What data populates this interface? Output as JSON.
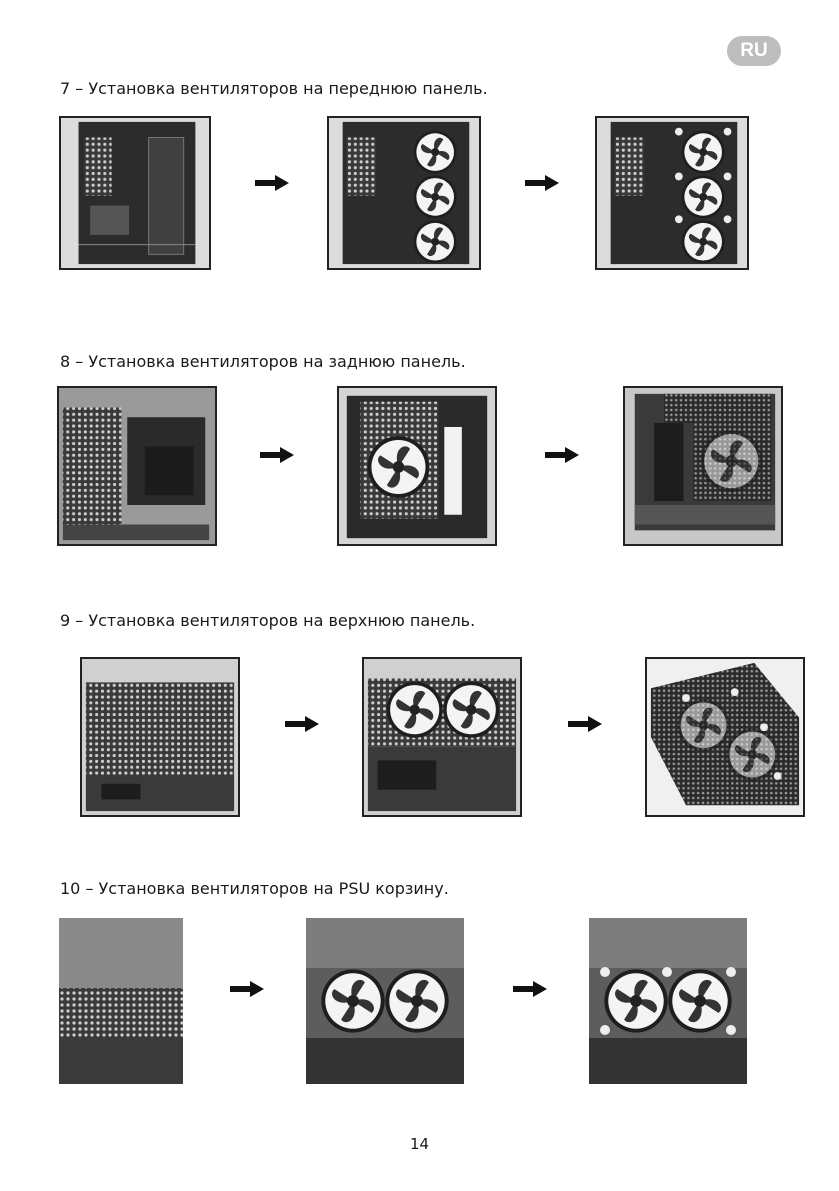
{
  "language_badge": "RU",
  "sections": [
    {
      "heading": "7 – Установка вентиляторов на переднюю панель."
    },
    {
      "heading": "8 – Установка вентиляторов на заднюю панель."
    },
    {
      "heading": "9 – Установка вентиляторов на верхнюю панель."
    },
    {
      "heading": "10 – Установка вентиляторов на PSU корзину."
    }
  ],
  "page_number": "14"
}
